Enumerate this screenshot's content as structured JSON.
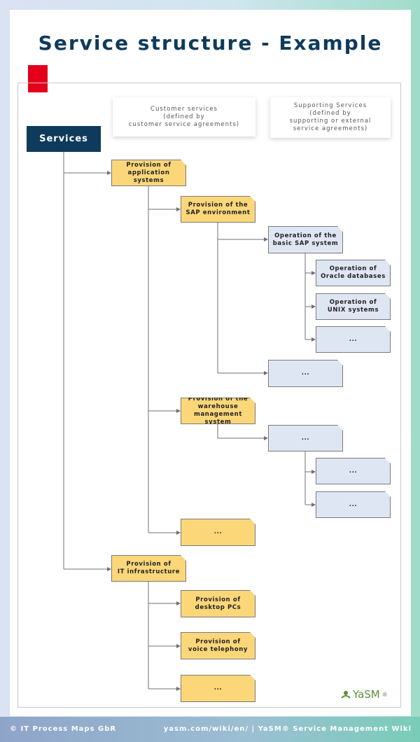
{
  "title": "Service structure - Example",
  "headers": {
    "customer": "Customer services\n(defined by\ncustomer service agreements)",
    "supporting": "Supporting Services\n(defined by\nsupporting or external\nservice agreements)"
  },
  "root": "Services",
  "nodes": {
    "app": "Provision of\napplication\nsystems",
    "sap_env": "Provision of the\nSAP environment",
    "basic_sap": "Operation of the\nbasic SAP system",
    "oracle": "Operation of\nOracle databases",
    "unix": "Operation of\nUNIX systems",
    "dots1": "...",
    "dots2": "...",
    "wms": "Provision of the\nwarehouse\nmanagement system",
    "dots3": "...",
    "dots4": "...",
    "dots5": "...",
    "dots6": "...",
    "infra": "Provision of\nIT infrastructure",
    "desktop": "Provision of\ndesktop PCs",
    "voice": "Provision of\nvoice telephony",
    "dots7": "..."
  },
  "logo": {
    "text": "YaSM",
    "mark": "®"
  },
  "footer": {
    "left": "© IT Process Maps GbR",
    "right": "yasm.com/wiki/en/ | YaSM® Service Management Wiki"
  },
  "colors": {
    "customer_service": "#fbd77a",
    "supporting_service": "#dfe6f3",
    "root": "#0e3b5c",
    "accent_red": "#e2001a"
  }
}
